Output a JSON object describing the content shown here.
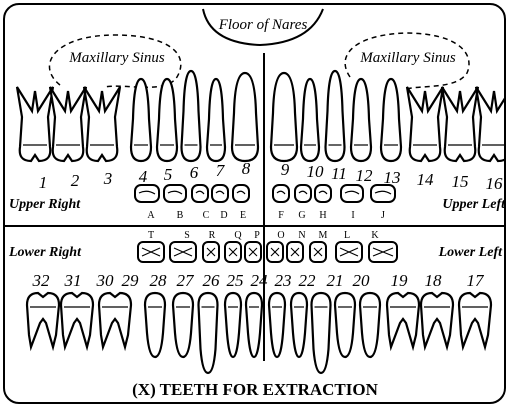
{
  "labels": {
    "floor_of_nares": "Floor of Nares",
    "maxillary_sinus_left": "Maxillary Sinus",
    "maxillary_sinus_right": "Maxillary Sinus",
    "upper_right": "Upper Right",
    "upper_left": "Upper Left",
    "lower_right": "Lower Right",
    "lower_left": "Lower Left",
    "caption": "(X) TEETH FOR EXTRACTION"
  },
  "upper_permanent": [
    "1",
    "2",
    "3",
    "4",
    "5",
    "6",
    "7",
    "8",
    "9",
    "10",
    "11",
    "12",
    "13",
    "14",
    "15",
    "16"
  ],
  "upper_primary": [
    "A",
    "B",
    "C",
    "D",
    "E",
    "F",
    "G",
    "H",
    "I",
    "J"
  ],
  "lower_primary": [
    "T",
    "S",
    "R",
    "Q",
    "P",
    "O",
    "N",
    "M",
    "L",
    "K"
  ],
  "lower_permanent": [
    "32",
    "31",
    "30",
    "29",
    "28",
    "27",
    "26",
    "25",
    "24",
    "23",
    "22",
    "21",
    "20",
    "19",
    "18",
    "17"
  ]
}
